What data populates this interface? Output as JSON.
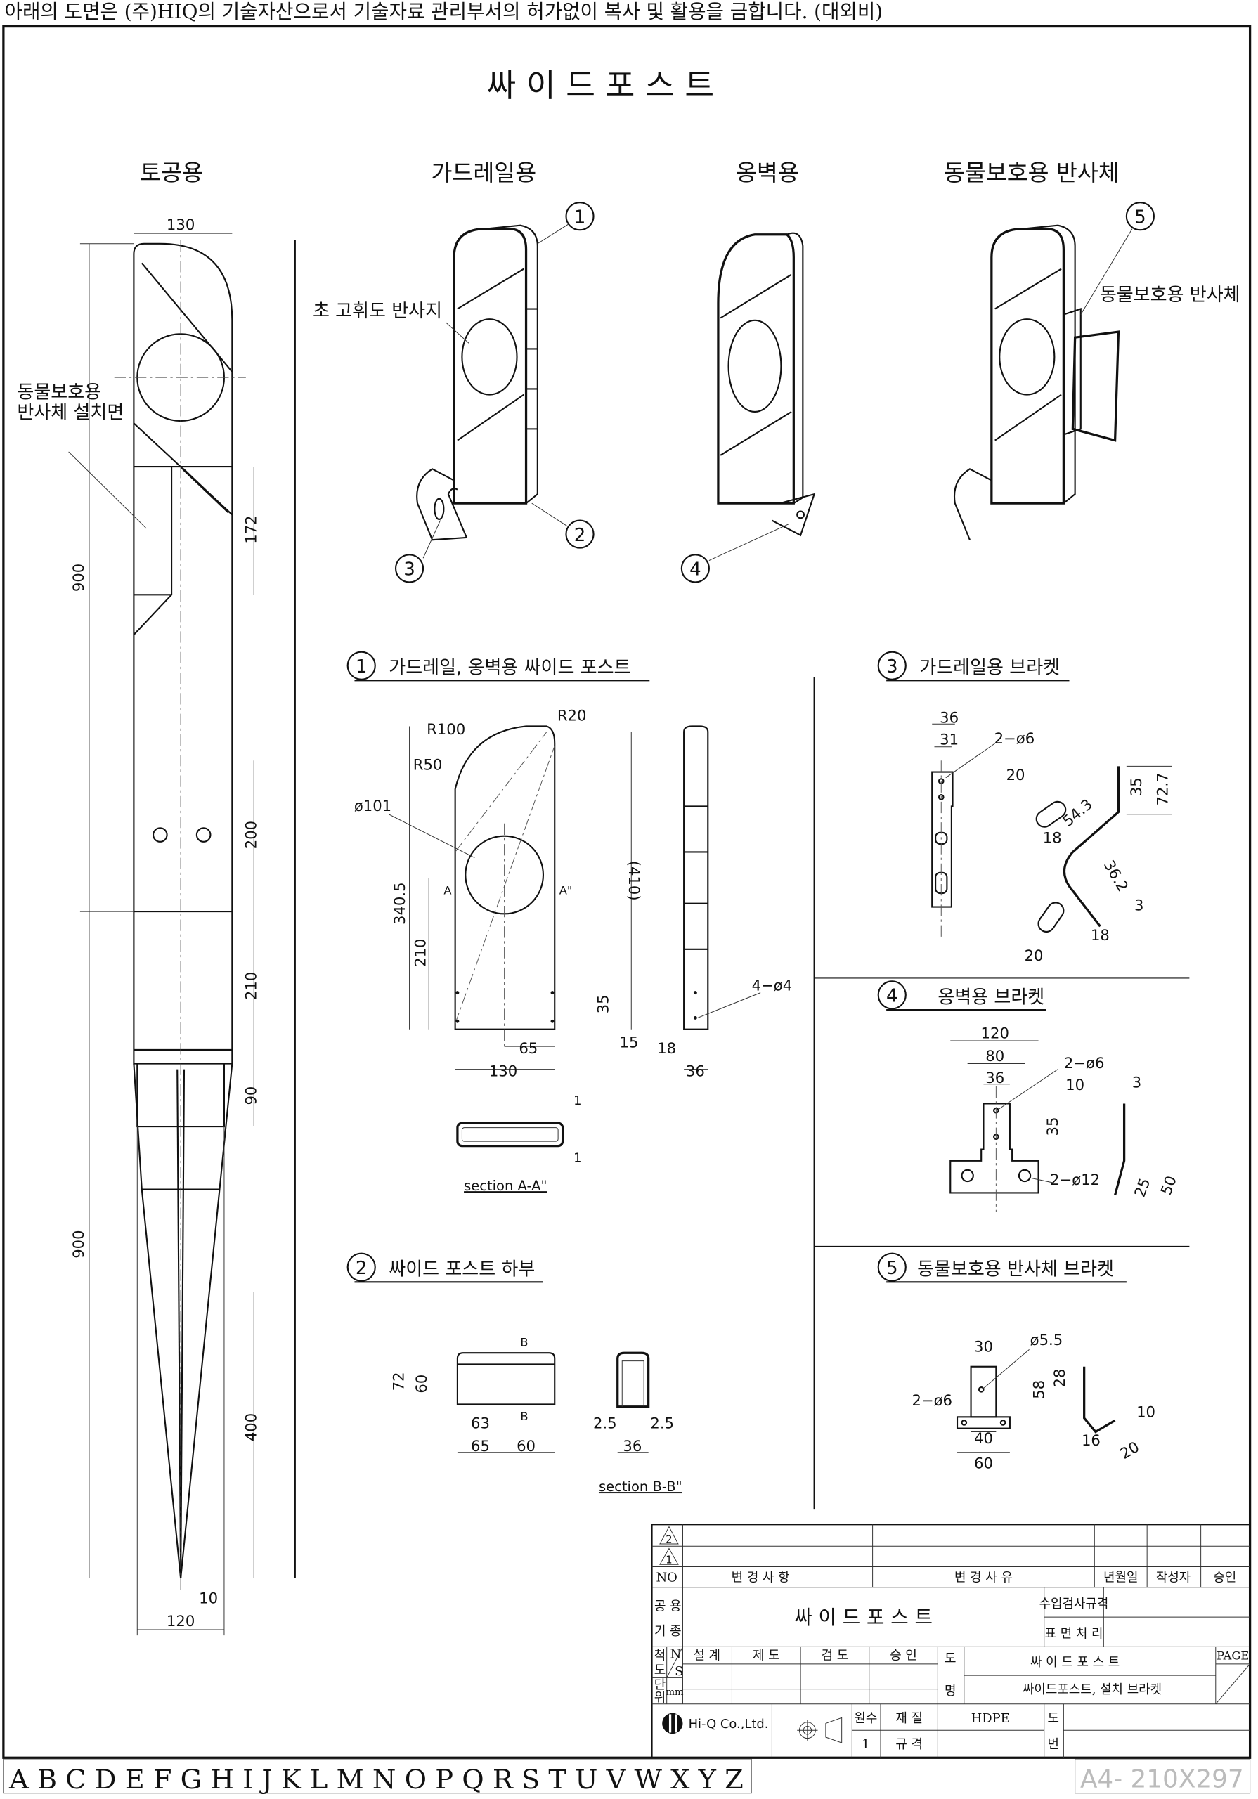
{
  "notice": "아래의 도면은 (주)HIQ의 기술자산으로서 기술자료 관리부서의 허가없이 복사 및 활용을 금합니다. (대외비)",
  "title": "싸 이 드 포 스 트",
  "columns": [
    "토공용",
    "가드레일용",
    "옹벽용",
    "동물보호용 반사체"
  ],
  "left_post": {
    "note_line1": "동물보호용",
    "note_line2": "반사체 설치면",
    "dims": [
      "130",
      "900",
      "172",
      "200",
      "210",
      "90",
      "900",
      "400",
      "10",
      "120"
    ]
  },
  "iso": {
    "callouts": [
      "1",
      "2",
      "3",
      "4",
      "5"
    ],
    "reflector_label": "초 고휘도 반사지",
    "animal_reflector_label": "동물보호용 반사체"
  },
  "sections": [
    {
      "num": "1",
      "title": "가드레일, 옹벽용 싸이드 포스트",
      "dims": [
        "R100",
        "R20",
        "R50",
        "ø101",
        "340.5",
        "A",
        "A\"",
        "(410)",
        "210",
        "35",
        "15",
        "65",
        "130",
        "18",
        "36",
        "4−ø4",
        "1",
        "1"
      ],
      "section_label": "section A-A\""
    },
    {
      "num": "3",
      "title": "가드레일용 브라켓",
      "dims": [
        "36",
        "31",
        "2−ø6",
        "20",
        "35",
        "72.7",
        "54.3",
        "18",
        "36.2",
        "3",
        "18",
        "20"
      ]
    },
    {
      "num": "4",
      "title": "옹벽용 브라켓",
      "dims": [
        "120",
        "80",
        "36",
        "2−ø6",
        "10",
        "35",
        "3",
        "2−ø12",
        "25",
        "50"
      ]
    },
    {
      "num": "2",
      "title": "싸이드 포스트 하부",
      "dims": [
        "B",
        "72",
        "60",
        "B",
        "63",
        "65",
        "60",
        "2.5",
        "2.5",
        "36"
      ],
      "section_label": "section B-B\""
    },
    {
      "num": "5",
      "title": "동물보호용 반사체 브라켓",
      "dims": [
        "30",
        "ø5.5",
        "28",
        "58",
        "2−ø6",
        "10",
        "40",
        "16",
        "20",
        "60"
      ]
    }
  ],
  "title_block": {
    "rev_marks": [
      "2",
      "1"
    ],
    "rev_headers": [
      "NO",
      "변 경 사 항",
      "변 경 사 유",
      "년월일",
      "작성자",
      "승인"
    ],
    "use_label1": "공 용",
    "use_label2": "기 종",
    "drawing_title": "싸 이 드 포 스 트",
    "inspection_label": "수입검사규격",
    "surface_label": "표 면 처 리",
    "scale_label1": "척",
    "scale_label2": "도",
    "scale_n": "N",
    "scale_s": "S",
    "sign_headers": [
      "설 계",
      "제 도",
      "검 도",
      "승 인"
    ],
    "unit_label1": "단",
    "unit_label2": "위",
    "unit_value": "mm",
    "name_label1": "도",
    "name_label2": "명",
    "name_line1": "싸 이 드 포 스 트",
    "name_line2": "싸이드포스트, 설치 브라켓",
    "page_label": "PAGE",
    "company": "Hi-Q Co.,Ltd.",
    "qty_label": "원수",
    "qty_value": "1",
    "material_label": "재 질",
    "material_value": "HDPE",
    "spec_label": "규 격",
    "dwgno_label1": "도",
    "dwgno_label2": "번"
  },
  "grid_letters": "A B C D E F G H I J K L M N O P Q R S T U V W X Y Z",
  "sheet_size": "A4- 210X297"
}
